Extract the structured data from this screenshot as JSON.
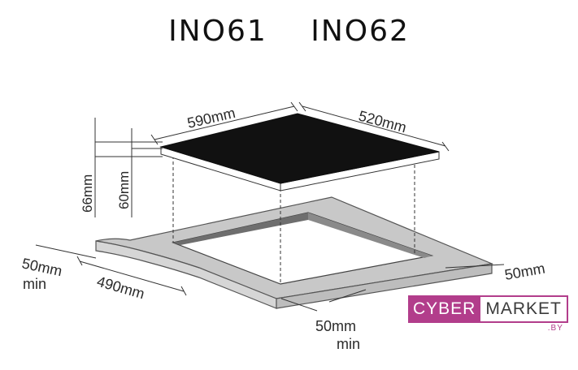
{
  "title": {
    "models": [
      "INO61",
      "INO62"
    ]
  },
  "dimensions": {
    "hob_width": "590mm",
    "hob_depth": "520mm",
    "total_height": "66mm",
    "cut_height": "60mm",
    "side_clearance": "50mm",
    "side_clearance_min": "min",
    "cutout_depth": "490mm",
    "right_clearance": "50mm",
    "front_clearance": "50mm",
    "front_clearance_min": "min"
  },
  "watermark": {
    "part1": "CYBER",
    "part2": "MARKET",
    "tld": ".BY",
    "accent_color": "#b23d8b"
  },
  "colors": {
    "hob_glass": "#111111",
    "countertop": "#c8c8c8",
    "countertop_edge": "#555555",
    "cutout_shadow": "#6e6e6e"
  }
}
